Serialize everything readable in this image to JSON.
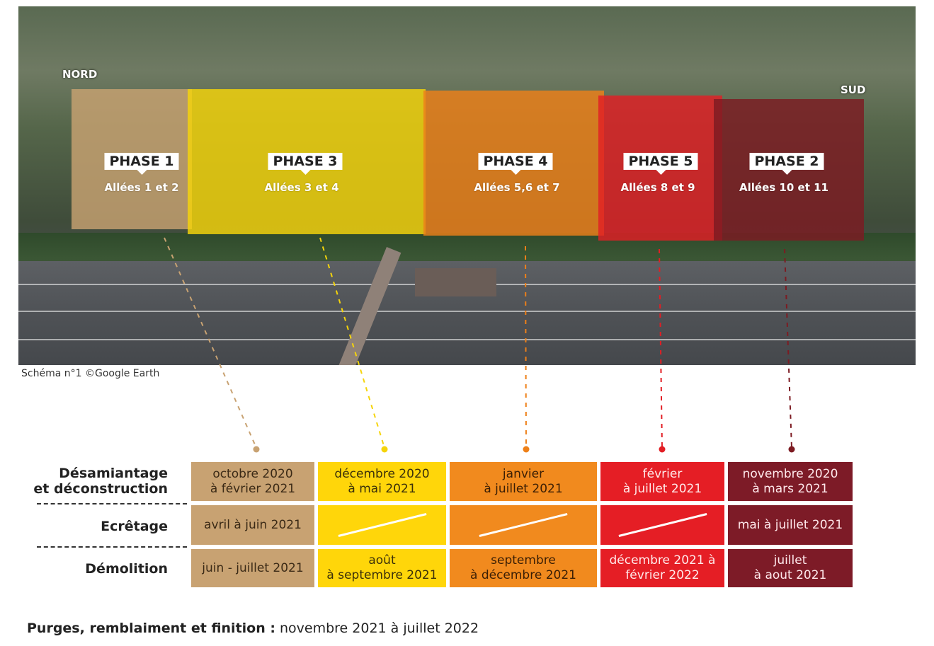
{
  "photo": {
    "label_north": "NORD",
    "label_south": "SUD",
    "credit": "Schéma n°1 ©Google Earth"
  },
  "phases": [
    {
      "title": "PHASE 1",
      "subtitle": "Allées 1 et 2",
      "color": "#c8a272"
    },
    {
      "title": "PHASE 3",
      "subtitle": "Allées 3 et 4",
      "color": "#f5d40a"
    },
    {
      "title": "PHASE 4",
      "subtitle": "Allées 5,6 et 7",
      "color": "#ee8018"
    },
    {
      "title": "PHASE 5",
      "subtitle": "Allées 8 et 9",
      "color": "#e21e24"
    },
    {
      "title": "PHASE 2",
      "subtitle": "Allées 10 et 11",
      "color": "#7d1b22"
    }
  ],
  "table": {
    "row_labels": [
      "Désamiantage\net déconstruction",
      "Ecrêtage",
      "Démolition"
    ],
    "columns": [
      {
        "phase": "PHASE 1",
        "color": "#c8a272",
        "text_color": "#3b2a16",
        "desamiantage": "octobre 2020\nà février 2021",
        "ecretage": "avril à juin 2021",
        "demolition": "juin - juillet 2021"
      },
      {
        "phase": "PHASE 3",
        "color": "#ffd60a",
        "text_color": "#3b300a",
        "desamiantage": "décembre 2020\nà mai 2021",
        "ecretage": "",
        "demolition": "août\nà septembre 2021"
      },
      {
        "phase": "PHASE 4",
        "color": "#f18a1e",
        "text_color": "#3b1f05",
        "desamiantage": "janvier\nà juillet 2021",
        "ecretage": "",
        "demolition": "septembre\nà décembre 2021"
      },
      {
        "phase": "PHASE 5",
        "color": "#e51e25",
        "text_color": "#ffe9e9",
        "desamiantage": "février\nà juillet 2021",
        "ecretage": "",
        "demolition": "décembre 2021 à\nfévrier 2022"
      },
      {
        "phase": "PHASE 2",
        "color": "#7d1b27",
        "text_color": "#ffe9ec",
        "desamiantage": "novembre 2020\nà mars 2021",
        "ecretage": "mai à juillet 2021",
        "demolition": "juillet\nà aout 2021"
      }
    ]
  },
  "footer": {
    "label": "Purges, remblaiment et finition :",
    "value": " novembre 2021 à juillet 2022"
  }
}
